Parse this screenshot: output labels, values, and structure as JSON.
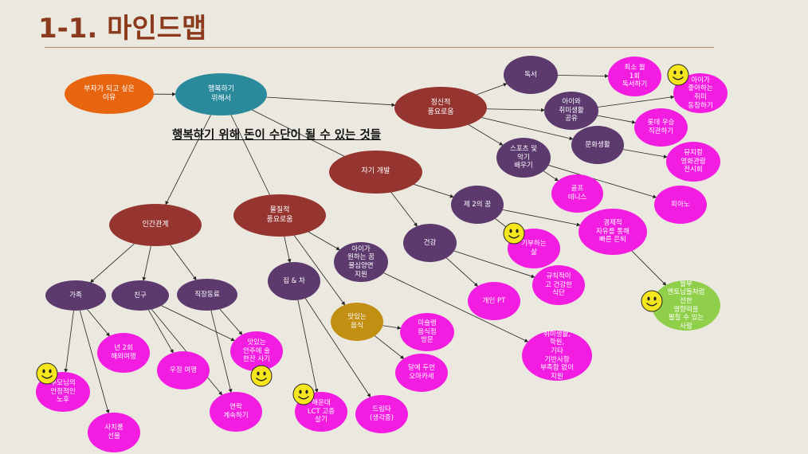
{
  "slide": {
    "title": "1-1. 마인드맵",
    "subtitle": "행복하기 위해 돈이 수단이 될 수 있는 것들"
  },
  "colors": {
    "background": "#ebe8e0",
    "title": "#8b3a1d",
    "orange": "#e8650f",
    "teal": "#2a8a9c",
    "maroon": "#963430",
    "purple": "#5c3a6e",
    "magenta": "#f21de0",
    "gold": "#c38f12",
    "green": "#8fcf4a",
    "smiley": "#f5e61e"
  },
  "nodes": {
    "rich_reason": "부자가 되고 싶은\n이유",
    "to_be_happy": "행복하기\n위해서",
    "mental": "정신적\n풍요로움",
    "reading": "독서",
    "kids_hobby": "아이와\n취미생활\n공유",
    "culture": "문화생활",
    "sports": "스포츠 및\n악기\n배우기",
    "self_dev": "자기 개발",
    "second_dream": "제 2의 꿈",
    "health": "건강",
    "material": "물질적\n풍요로움",
    "kid_dream": "아이가\n원하는 꿈\n물심양면\n지원",
    "house_car": "집 & 차",
    "tasty_food": "맛있는\n음식",
    "relations": "인간관계",
    "family": "가족",
    "friends": "친구",
    "coworkers": "직장동료",
    "read_monthly": "최소 월\n1회\n독서하기",
    "kid_hobby_join": "아이가\n좋아하는\n취미\n동참하기",
    "lotte_win": "롯데 우승\n직관하기",
    "musical": "뮤지컬\n영화관람\n전시회",
    "golf": "골프\n테니스",
    "piano": "피아노",
    "econ_retire": "경제적\n자유를 통해\n빠른 은퇴",
    "donate_life": "기부하는\n삶",
    "regular_diet": "규칙적이\n고 건강한\n식단",
    "pt": "개인 PT",
    "mentor": "월부\n멘토님들처럼\n선한\n영향력을\n펼칠 수 있는\n사람",
    "hobby_support": "취미생활,\n학원,\n기타\n기반사항\n부족함 없이\n지원",
    "michelin": "미슐랭\n음식점\n방문",
    "omakase": "달에 두번\n오마카세",
    "trip": "년 2회\n해외여행",
    "parents": "부모님의\n안정적인\n노후",
    "gifts": "사치품\n선물",
    "friend_trip": "우정 여행",
    "treat_coworkers": "맛있는\n안주에 술\n한잔 사기",
    "keep_contact": "연락\n계속하기",
    "haeundae": "해운대\nLCT 고층\n살기",
    "drive": "드림타\n(생각중)"
  }
}
